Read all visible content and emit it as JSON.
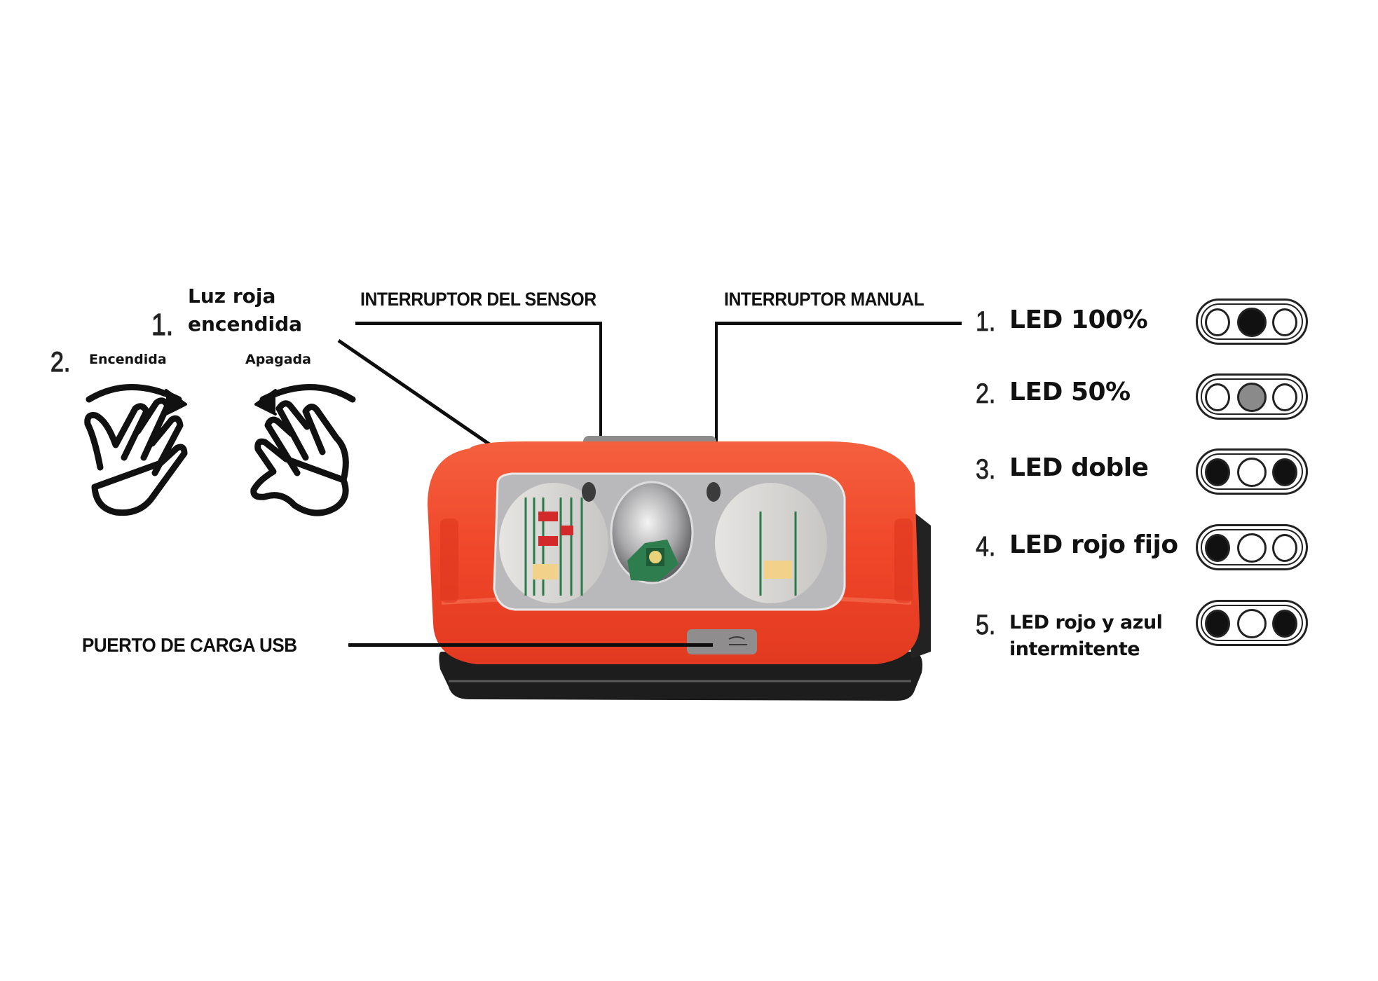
{
  "diagram": {
    "subject": "Headlamp with motion sensor",
    "sensor_modes": {
      "mode1": {
        "number": "1.",
        "line1": "Luz roja",
        "line2": "encendida"
      },
      "mode2": {
        "number": "2.",
        "on_label": "Encendida",
        "off_label": "Apagada"
      },
      "icons": [
        "hand-wave-right-icon",
        "hand-wave-left-icon"
      ]
    },
    "callouts": {
      "sensor_switch": "INTERRUPTOR DEL SENSOR",
      "manual_switch": "INTERRUPTOR MANUAL",
      "usb_port": "PUERTO DE CARGA USB"
    },
    "led_modes": [
      {
        "number": "1.",
        "label": "LED 100%",
        "indicator": [
          "off",
          "on",
          "off"
        ]
      },
      {
        "number": "2.",
        "label": "LED 50%",
        "indicator": [
          "off",
          "half",
          "off"
        ]
      },
      {
        "number": "3.",
        "label": "LED doble",
        "indicator": [
          "on",
          "off",
          "on"
        ]
      },
      {
        "number": "4.",
        "label": "LED rojo fijo",
        "indicator": [
          "on",
          "off",
          "off"
        ]
      },
      {
        "number": "5.",
        "label_line1": "LED rojo y azul",
        "label_line2": "intermitente",
        "indicator": [
          "on",
          "off",
          "on"
        ]
      }
    ],
    "colors": {
      "body_orange": "#f0462a",
      "body_orange_dark": "#d8341c",
      "base_black": "#1d1d1d",
      "bezel_gray": "#b9b9bb",
      "line_black": "#0d0d0d",
      "indicator_on": "#111111",
      "indicator_half": "#8a8a8a"
    }
  }
}
